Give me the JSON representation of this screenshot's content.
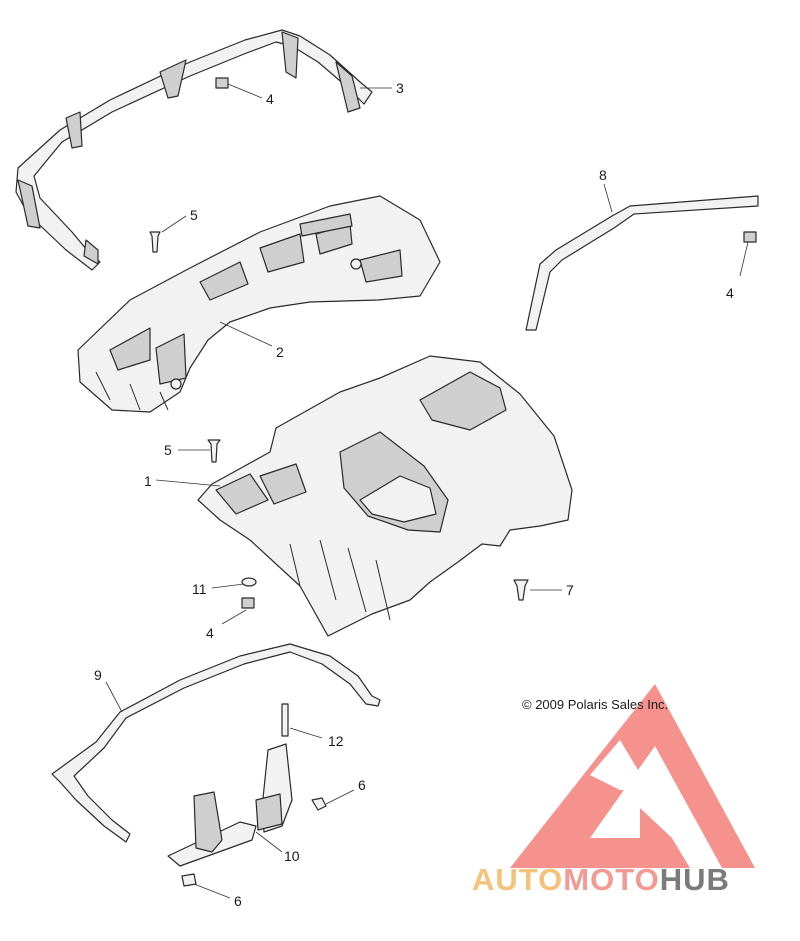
{
  "callouts": [
    {
      "id": "c3",
      "text": "3"
    },
    {
      "id": "c4a",
      "text": "4"
    },
    {
      "id": "c5a",
      "text": "5"
    },
    {
      "id": "c8",
      "text": "8"
    },
    {
      "id": "c4b",
      "text": "4"
    },
    {
      "id": "c2",
      "text": "2"
    },
    {
      "id": "c5b",
      "text": "5"
    },
    {
      "id": "c1",
      "text": "1"
    },
    {
      "id": "c7",
      "text": "7"
    },
    {
      "id": "c11",
      "text": "11"
    },
    {
      "id": "c4c",
      "text": "4"
    },
    {
      "id": "c9",
      "text": "9"
    },
    {
      "id": "c12",
      "text": "12"
    },
    {
      "id": "c6a",
      "text": "6"
    },
    {
      "id": "c10",
      "text": "10"
    },
    {
      "id": "c6b",
      "text": "6"
    }
  ],
  "copyright": "© 2009 Polaris Sales Inc.",
  "watermark": {
    "part1": "AUTO",
    "part2": "MOTO",
    "part3": "HUB",
    "colors": {
      "auto": "#f4c27a",
      "moto": "#f39a95",
      "hub": "#7b7b7b",
      "triangle": "#f47f7a"
    }
  }
}
